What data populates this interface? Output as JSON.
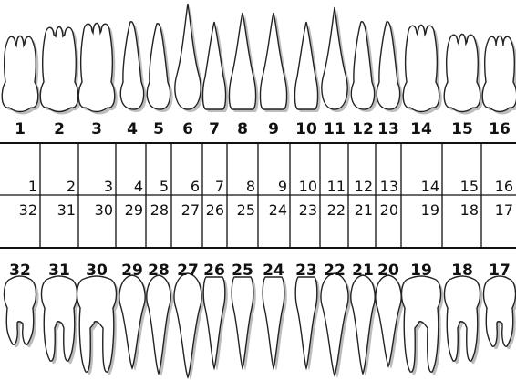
{
  "upper_numbers": [
    "1",
    "2",
    "3",
    "4",
    "5",
    "6",
    "7",
    "8",
    "9",
    "10",
    "11",
    "12",
    "13",
    "14",
    "15",
    "16"
  ],
  "lower_numbers": [
    "32",
    "31",
    "30",
    "29",
    "28",
    "27",
    "26",
    "25",
    "24",
    "23",
    "22",
    "21",
    "20",
    "19",
    "18",
    "17"
  ],
  "grid_top_row": [
    "1",
    "2",
    "3",
    "4",
    "5",
    "6",
    "7",
    "8",
    "9",
    "10",
    "11",
    "12",
    "13",
    "14",
    "15",
    "16"
  ],
  "grid_bottom_row": [
    "32",
    "31",
    "30",
    "29",
    "28",
    "27",
    "26",
    "25",
    "24",
    "23",
    "22",
    "21",
    "20",
    "19",
    "18",
    "17"
  ]
}
